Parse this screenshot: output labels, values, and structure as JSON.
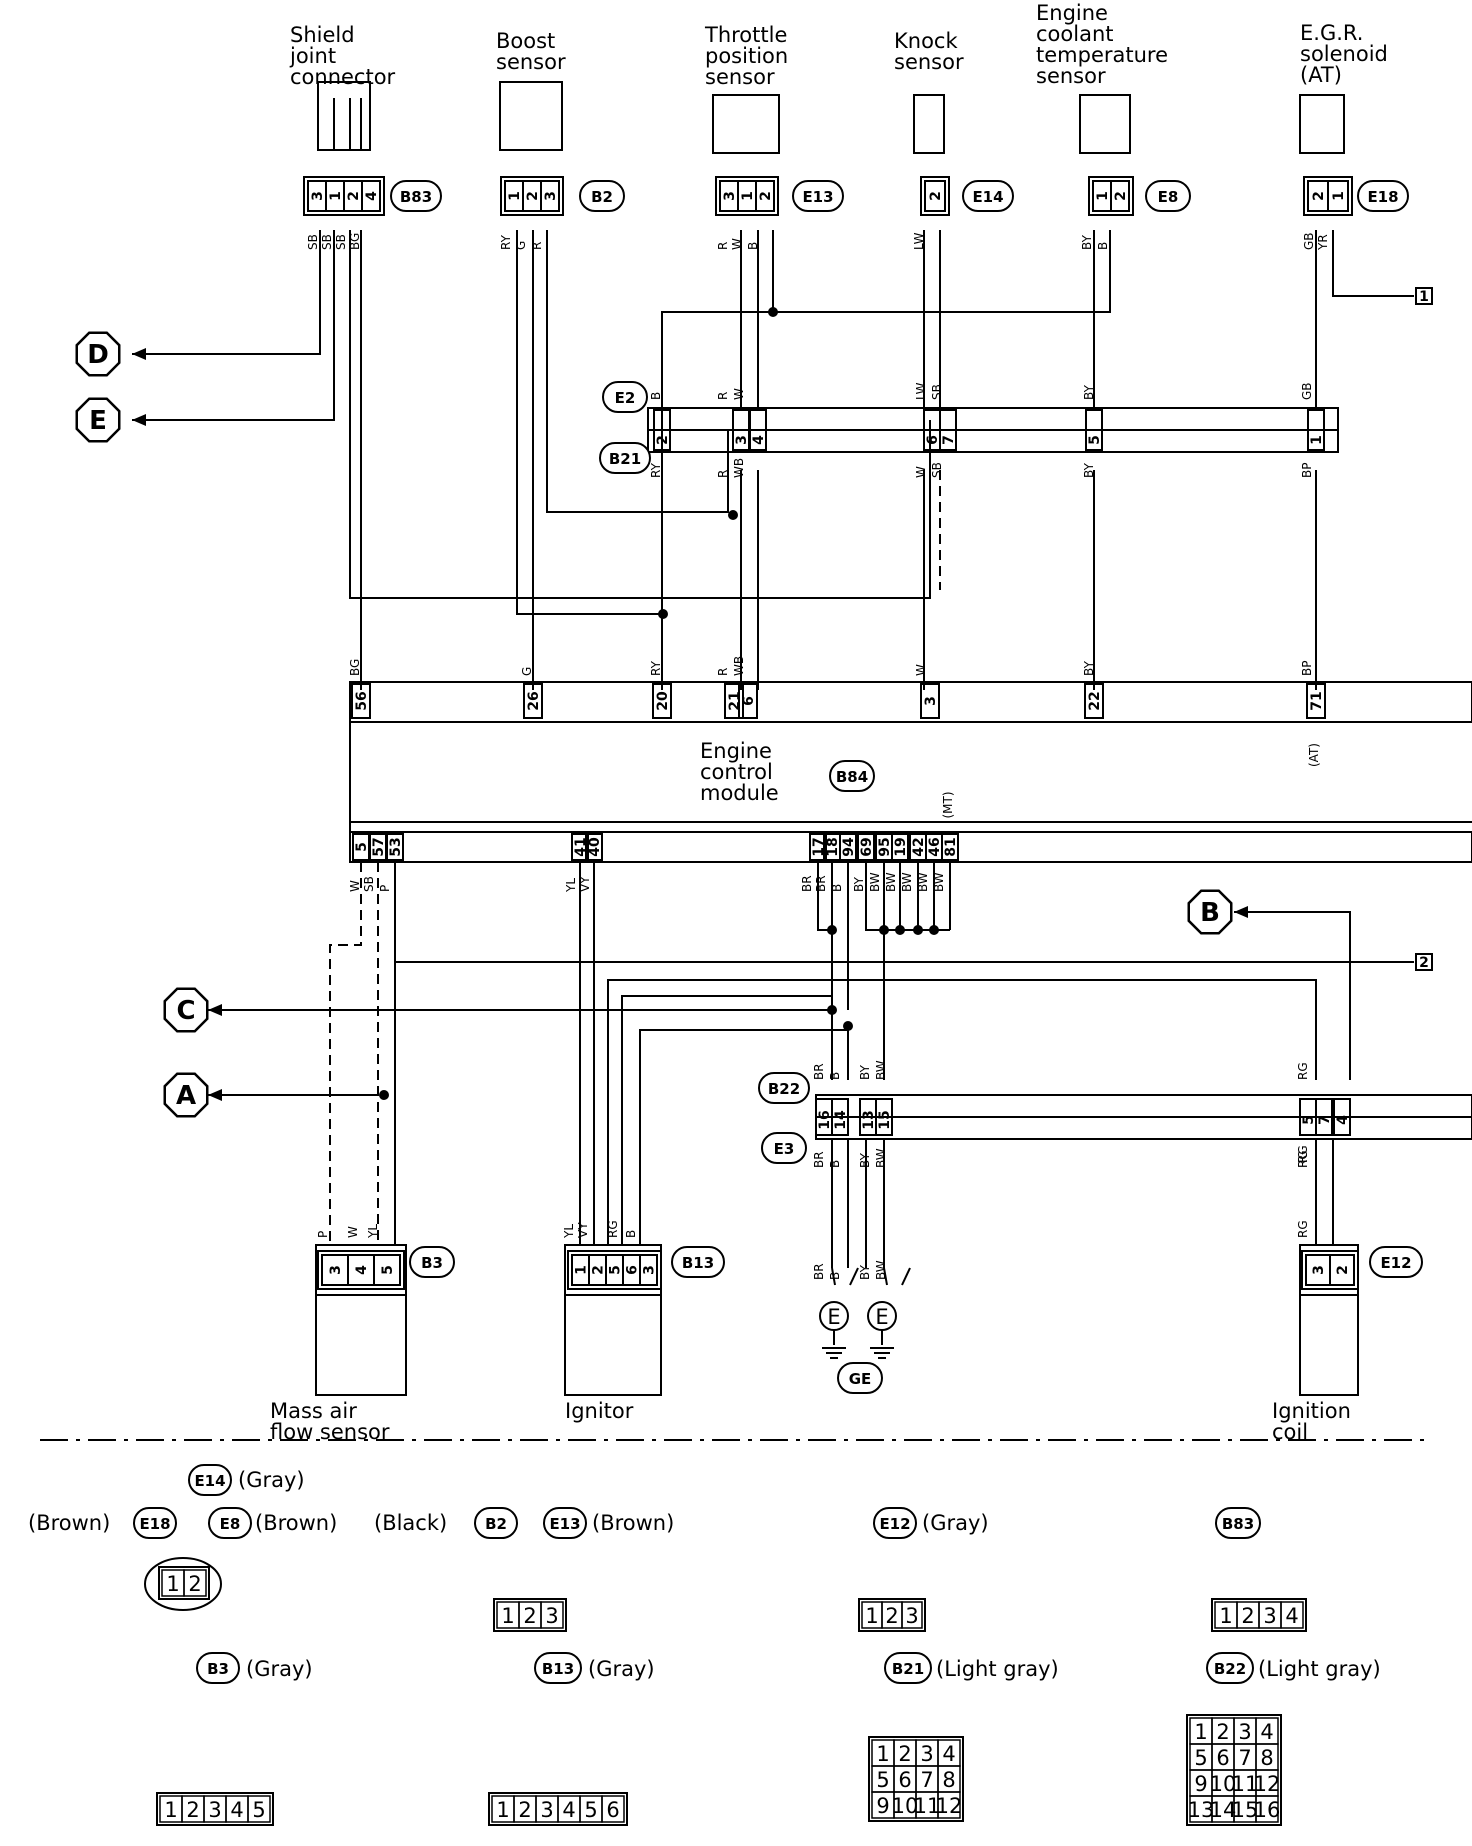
{
  "components": {
    "shield": "Shield joint connector",
    "boost": "Boost sensor",
    "tps": "Throttle position sensor",
    "knock": "Knock sensor",
    "ect": "Engine coolant temperature sensor",
    "egr": "E.G.R. solenoid (AT)",
    "ecm": "Engine control module",
    "maf": "Mass air flow sensor",
    "ignitor": "Ignitor",
    "coil": "Ignition coil"
  },
  "connectors": {
    "b83": "B83",
    "b2": "B2",
    "e13": "E13",
    "e14": "E14",
    "e8": "E8",
    "e18": "E18",
    "e2": "E2",
    "b21": "B21",
    "b84": "B84",
    "b22": "B22",
    "e3": "E3",
    "b3": "B3",
    "b13": "B13",
    "e12": "E12",
    "ge": "GE"
  },
  "refs": {
    "a": "A",
    "b": "B",
    "c": "C",
    "d": "D",
    "e": "E",
    "n1": "1",
    "n2": "2",
    "gnd": "E"
  },
  "ecm_notes": {
    "at": "(AT)",
    "mt": "(MT)"
  },
  "pins": {
    "b83": [
      "3",
      "1",
      "2",
      "4"
    ],
    "b2": [
      "1",
      "2",
      "3"
    ],
    "e13": [
      "3",
      "1",
      "2"
    ],
    "e14": [
      "2"
    ],
    "e8": [
      "1",
      "2"
    ],
    "e18": [
      "2",
      "1"
    ],
    "e2b21_top": [
      "2",
      "3",
      "4",
      "6",
      "7",
      "5",
      "1"
    ],
    "ecm_top": [
      "56",
      "26",
      "20",
      "21",
      "6",
      "3",
      "22",
      "71"
    ],
    "ecm_bot": [
      "5",
      "57",
      "53",
      "41",
      "40",
      "17",
      "18",
      "94",
      "69",
      "95",
      "19",
      "42",
      "46",
      "81"
    ],
    "b22e3": [
      "16",
      "14",
      "13",
      "15",
      "5",
      "7",
      "4"
    ],
    "b3": [
      "3",
      "4",
      "5"
    ],
    "b13": [
      "1",
      "2",
      "5",
      "6",
      "3"
    ],
    "e12": [
      "3",
      "2"
    ]
  },
  "wire_colors": {
    "b83": [
      "SB",
      "SB",
      "SB",
      "BG"
    ],
    "b2": [
      "RY",
      "G",
      "R"
    ],
    "e13": [
      "R",
      "W",
      "B"
    ],
    "e14": [
      "LW"
    ],
    "e8": [
      "BY",
      "B"
    ],
    "e18": [
      "GB",
      "YR"
    ],
    "e2": [
      "B",
      "R",
      "W",
      "LW",
      "SB",
      "BY",
      "GB"
    ],
    "b21": [
      "RY",
      "R",
      "WB",
      "W",
      "SB",
      "BY",
      "BP"
    ],
    "ecm_top": [
      "BG",
      "G",
      "RY",
      "R",
      "WB",
      "W",
      "BY",
      "BP"
    ],
    "ecm_bot": [
      "W",
      "SB",
      "P",
      "YL",
      "VY",
      "BR",
      "BR",
      "B",
      "BY",
      "BW",
      "BW",
      "BW",
      "BW",
      "BW"
    ],
    "b22": [
      "BR",
      "B",
      "BY",
      "BW",
      "RG"
    ],
    "e3": [
      "BR",
      "B",
      "BY",
      "BW",
      "RG"
    ],
    "b3": [
      "P",
      "W",
      "YL"
    ],
    "b13": [
      "YL",
      "VY",
      "RG",
      "B"
    ],
    "e12": [
      "RG"
    ],
    "gnd": [
      "BR",
      "B",
      "BY",
      "BW"
    ]
  },
  "legend": {
    "e14_gray": {
      "id": "E14",
      "color": "(Gray)"
    },
    "brown1": "(Brown)",
    "e18": "E18",
    "e8": "E8",
    "brown2": "(Brown)",
    "black": "(Black)",
    "b2": "B2",
    "e13": "E13",
    "brown3": "(Brown)",
    "e12": {
      "id": "E12",
      "color": "(Gray)"
    },
    "b83": "B83",
    "b3": {
      "id": "B3",
      "color": "(Gray)"
    },
    "b13": {
      "id": "B13",
      "color": "(Gray)"
    },
    "b21": {
      "id": "B21",
      "color": "(Light gray)"
    },
    "b22": {
      "id": "B22",
      "color": "(Light gray)"
    },
    "face_2": [
      "1",
      "2"
    ],
    "face_3a": [
      "1",
      "2",
      "3"
    ],
    "face_3b": [
      "1",
      "2",
      "3"
    ],
    "face_4": [
      "1",
      "2",
      "3",
      "4"
    ],
    "face_5": [
      "1",
      "2",
      "3",
      "4",
      "5"
    ],
    "face_6": [
      "1",
      "2",
      "3",
      "4",
      "5",
      "6"
    ],
    "face_12": [
      "1",
      "2",
      "3",
      "4",
      "5",
      "6",
      "7",
      "8",
      "9",
      "10",
      "11",
      "12"
    ],
    "face_16": [
      "1",
      "2",
      "3",
      "4",
      "5",
      "6",
      "7",
      "8",
      "9",
      "10",
      "11",
      "12",
      "13",
      "14",
      "15",
      "16"
    ]
  }
}
